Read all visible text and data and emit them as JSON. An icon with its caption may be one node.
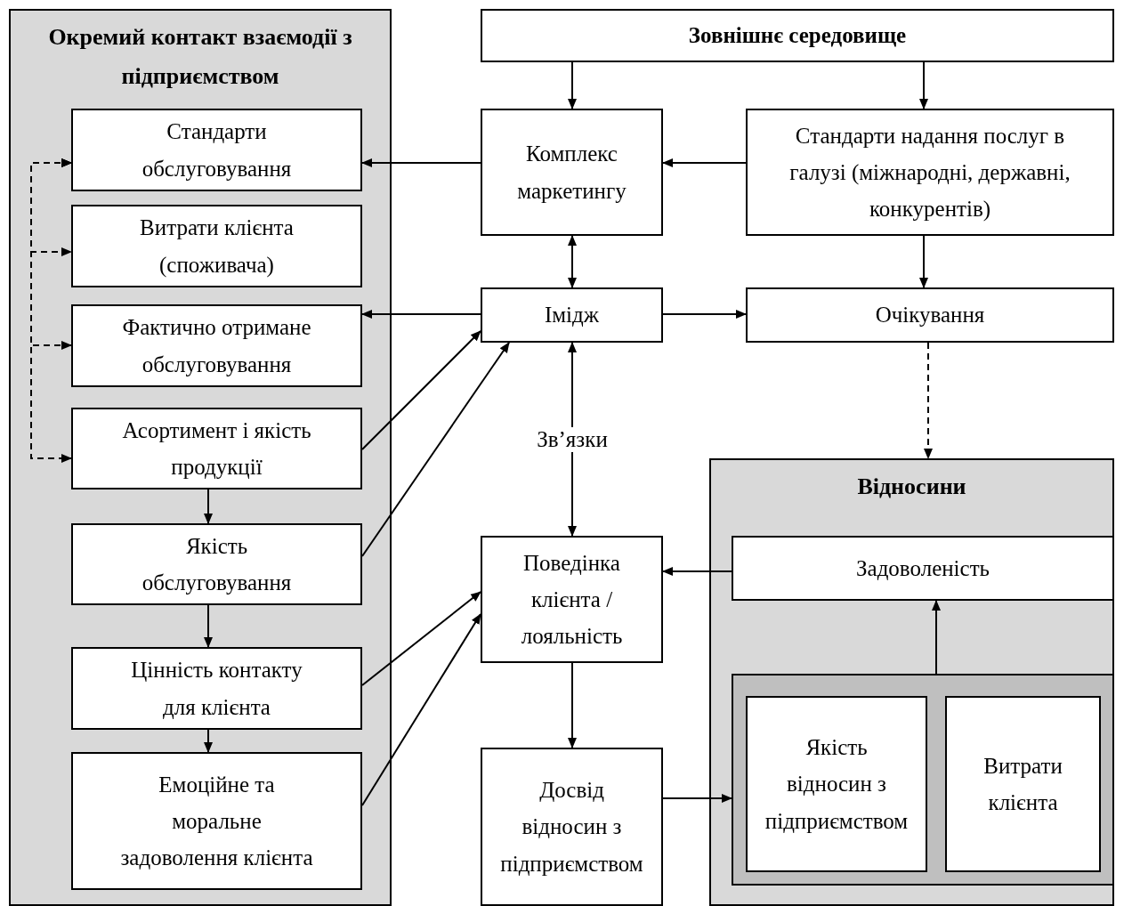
{
  "diagram": {
    "nodes": [
      {
        "text": [
          "Окремий контакт взаємодії з підприємством"
        ]
      },
      {
        "text": [
          "Стандарти обслуговування"
        ],
        "in": 0
      },
      {
        "text": [
          "Витрати клієнта (споживача)"
        ],
        "in": 0
      },
      {
        "text": [
          "Фактично отримане обслуговування"
        ],
        "in": 0
      },
      {
        "text": [
          "Асортимент і якість продукції"
        ],
        "in": 0
      },
      {
        "text": [
          "Якість обслуговування"
        ],
        "in": 0
      },
      {
        "text": [
          "Цінність контакту для клієнта"
        ],
        "in": 0
      },
      {
        "text": [
          "Емоційне та моральне задоволення клієнта"
        ],
        "in": 0
      },
      {
        "text": [
          "Зовнішнє середовище"
        ]
      },
      {
        "text": [
          "Комплекс маркетингу"
        ]
      },
      {
        "text": [
          "Стандарти надання послуг в галузі (міжнародні, державні, конкурентів)"
        ]
      },
      {
        "text": [
          "Імідж"
        ]
      },
      {
        "text": [
          "Очікування"
        ]
      },
      {
        "text": [
          "Поведінка клієнта / лояльність"
        ]
      },
      {
        "text": [
          "Досвід відносин з підприємством"
        ]
      },
      {
        "text": [
          "Відносини"
        ]
      },
      {
        "text": [
          "Задоволеність"
        ],
        "in": 15
      },
      {
        "text": [],
        "shape": "box",
        "in": 15
      },
      {
        "text": [
          "Якість відносин з підприємством"
        ],
        "in": 17
      },
      {
        "text": [
          "Витрати клієнта"
        ],
        "in": 17
      }
    ],
    "edges": [
      {
        "from": 8,
        "to": 9,
        "arrow": "to"
      },
      {
        "from": 8,
        "to": 10,
        "arrow": "to"
      },
      {
        "from": 10,
        "to": 9,
        "arrow": "to"
      },
      {
        "from": 9,
        "to": 1,
        "arrow": "to"
      },
      {
        "from": 9,
        "to": 11,
        "arrow": "both"
      },
      {
        "from": 10,
        "to": 12,
        "arrow": "to"
      },
      {
        "from": 11,
        "to": 3,
        "arrow": "to"
      },
      {
        "from": 11,
        "to": 12,
        "arrow": "to"
      },
      {
        "from": 4,
        "to": 11,
        "arrow": "to"
      },
      {
        "from": 5,
        "to": 11,
        "arrow": "to"
      },
      {
        "from": 6,
        "to": 13,
        "arrow": "to"
      },
      {
        "from": 7,
        "to": 13,
        "arrow": "to"
      },
      {
        "from": 4,
        "to": 5,
        "arrow": "to"
      },
      {
        "from": 5,
        "to": 6,
        "arrow": "to"
      },
      {
        "from": 6,
        "to": 7,
        "arrow": "to"
      },
      {
        "from": 11,
        "to": 13,
        "arrow": "both",
        "label": "Зв’язки"
      },
      {
        "from": 12,
        "to": 15,
        "arrow": "to",
        "style": "dashed"
      },
      {
        "from": 16,
        "to": 13,
        "arrow": "to"
      },
      {
        "from": 17,
        "to": 16,
        "arrow": "to"
      },
      {
        "from": 13,
        "to": 14,
        "arrow": "to"
      },
      {
        "from": 14,
        "to": 17,
        "arrow": "to"
      },
      {
        "from": 1,
        "to": 2,
        "arrow": "both",
        "style": "dashed"
      },
      {
        "from": 1,
        "to": 3,
        "arrow": "both",
        "style": "dashed"
      },
      {
        "from": 1,
        "to": 4,
        "arrow": "both",
        "style": "dashed"
      }
    ]
  }
}
